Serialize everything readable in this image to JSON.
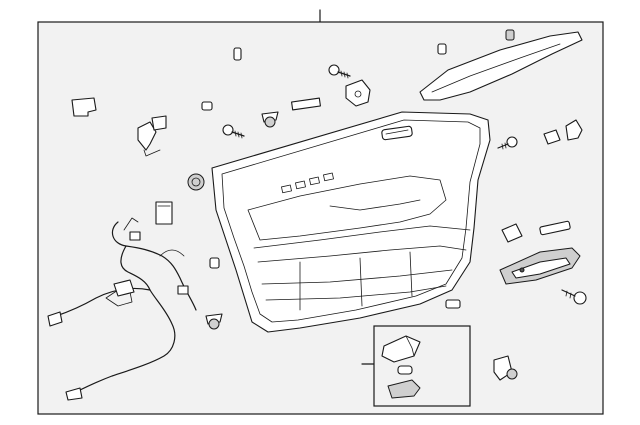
{
  "diagram": {
    "title": "",
    "frame_color": "#f2f2f2",
    "line_color": "#1a1a1a",
    "parts": [
      "door-trim-panel",
      "upper-garnish-trim",
      "interior-handle-bezel",
      "window-switch-bezel",
      "wiring-harness",
      "door-lamp-assembly",
      "trim-clips",
      "screws",
      "retainers",
      "grommet-plug",
      "push-pin-fastener"
    ]
  }
}
